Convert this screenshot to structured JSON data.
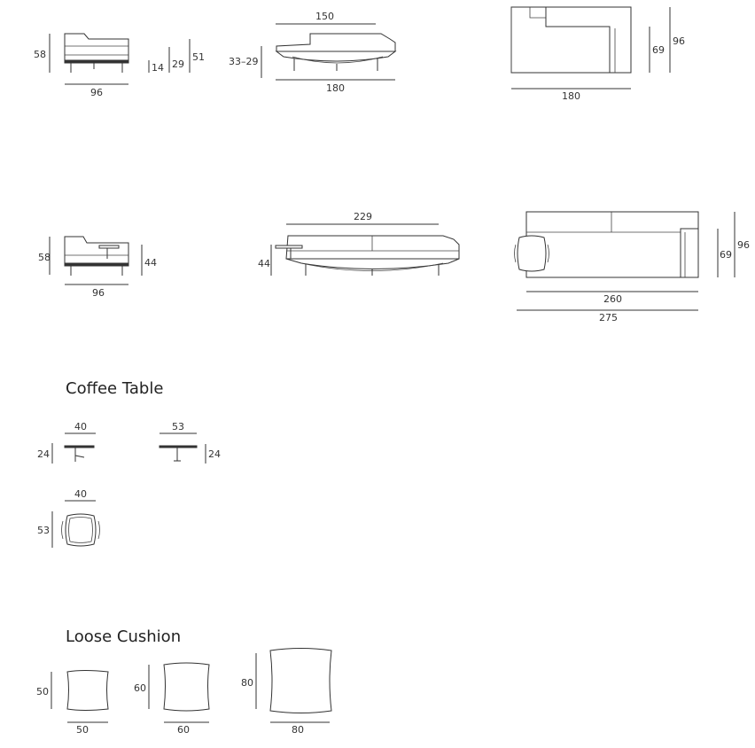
{
  "sections": {
    "coffee_table": "Coffee Table",
    "loose_cushion": "Loose Cushion"
  },
  "dims": {
    "r1_side_h": "58",
    "r1_side_w": "96",
    "r1_h14": "14",
    "r1_h29": "29",
    "r1_h51": "51",
    "r1_front_h": "33–29",
    "r1_front_top": "150",
    "r1_front_w": "180",
    "r1_plan_w": "180",
    "r1_plan_69": "69",
    "r1_plan_96": "96",
    "r2_side_h": "58",
    "r2_side_44": "44",
    "r2_side_w": "96",
    "r2_front_h": "44",
    "r2_front_top": "229",
    "r2_plan_69": "69",
    "r2_plan_96": "96",
    "r2_plan_260": "260",
    "r2_plan_275": "275",
    "ct_side_w": "40",
    "ct_side_h": "24",
    "ct_front_w": "53",
    "ct_front_h": "24",
    "ct_top_w": "40",
    "ct_top_h": "53",
    "c1_h": "50",
    "c1_w": "50",
    "c2_h": "60",
    "c2_w": "60",
    "c3_h": "80",
    "c3_w": "80"
  }
}
